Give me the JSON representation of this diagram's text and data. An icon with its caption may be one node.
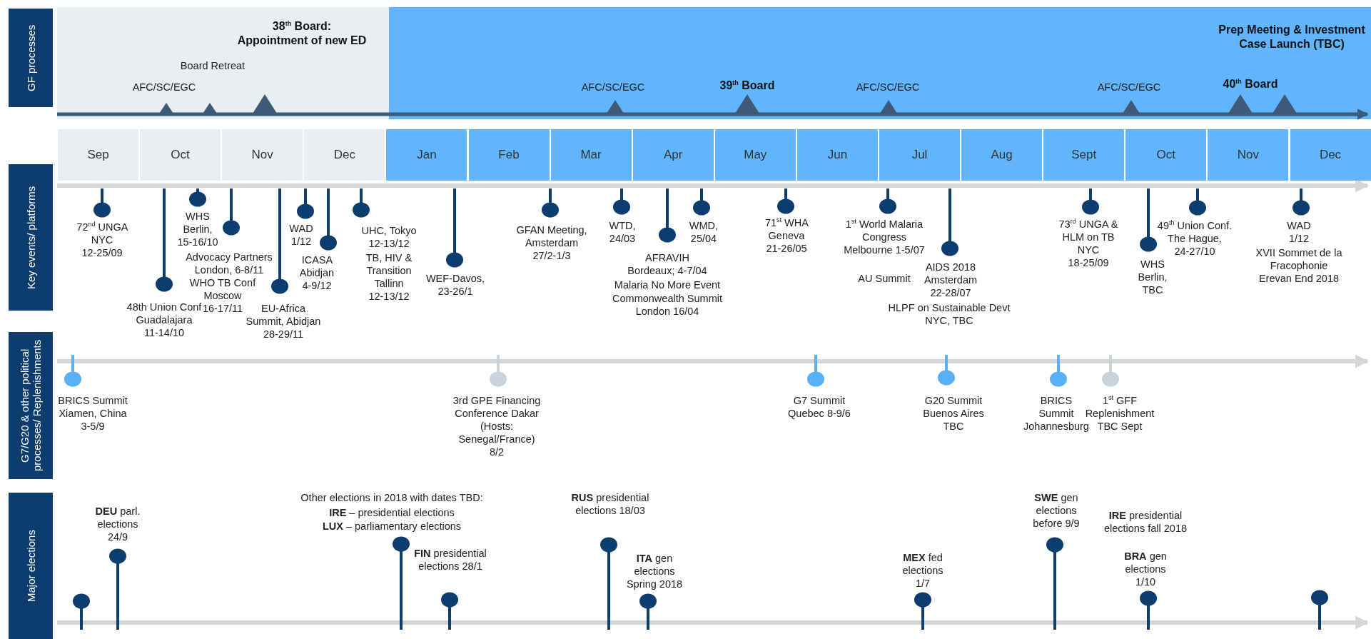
{
  "diagram": {
    "nodes": [
      {
        "text": [
          "GF processes"
        ]
      },
      {
        "text": [
          "Key events/ platforms"
        ]
      },
      {
        "text": [
          "G7/G20 & other political processes/ Replenishments"
        ]
      },
      {
        "text": [
          "Major elections"
        ]
      }
    ],
    "labels": [
      "Sep",
      "Oct",
      "Nov",
      "Dec",
      "Jan",
      "Feb",
      "Mar",
      "Apr",
      "May",
      "Jun",
      "Jul",
      "Aug",
      "Sept",
      "Oct",
      "Nov",
      "Dec",
      "38$^{th}$ Board: Appointment of new ED",
      "Prep Meeting & Investment Case Launch (TBC)",
      "Board Retreat",
      "AFC/SC/EGC",
      "AFC/SC/EGC",
      "39$^{th}$ Board",
      "AFC/SC/EGC",
      "AFC/SC/EGC",
      "40$^{th}$ Board",
      "72$^{nd}$ UNGA NYC 12-25/09",
      "WHS Berlin, 15-16/10",
      "Advocacy Partners London, 6-8/11",
      "WHO TB Conf Moscow 16-17/11",
      "48th Union Conf Guadalajara 11-14/10",
      "WAD 1/12",
      "ICASA Abidjan 4-9/12",
      "EU-Africa Summit, Abidjan 28-29/11",
      "UHC, Tokyo 12-13/12",
      "TB, HIV & Transition Tallinn 12-13/12",
      "WEF-Davos, 23-26/1",
      "GFAN Meeting, Amsterdam 27/2-1/3",
      "WTD, 24/03",
      "WMD, 25/04",
      "AFRAVIH Bordeaux; 4-7/04",
      "Malaria No More Event",
      "Commonwealth Summit London 16/04",
      "71$^{st}$ WHA Geneva 21-26/05",
      "1$^{st}$ World Malaria Congress Melbourne 1-5/07",
      "AU Summit",
      "AIDS 2018 Amsterdam 22-28/07",
      "HLPF on Sustainable Devt NYC, TBC",
      "73$^{rd}$ UNGA & HLM on TB NYC 18-25/09",
      "WHS Berlin, TBC",
      "49$^{th}$ Union Conf. The Hague, 24-27/10",
      "WAD 1/12",
      "XVII Sommet de la Fracophonie Erevan End 2018",
      "BRICS Summit Xiamen, China 3-5/9",
      "3rd GPE Financing Conference Dakar (Hosts: Senegal/France) 8/2",
      "G7 Summit Quebec 8-9/6",
      "G20 Summit Buenos Aires TBC",
      "BRICS Summit Johannesburg",
      "1$^{st}$ GFF Replenishment TBC Sept",
      "**DEU** parl. elections 24/9",
      "Other elections in 2018 with dates TBD:",
      "**IRE** – presidential elections",
      "**LUX** – parliamentary elections",
      "**RUS** presidential elections 18/03",
      "**FIN** presidential elections 28/1",
      "**ITA** gen elections Spring 2018",
      "**MEX** fed elections 1/7",
      "**SWE** gen elections before 9/9",
      "**IRE** presidential elections fall 2018",
      "**BRA** gen elections 1/10"
    ]
  }
}
